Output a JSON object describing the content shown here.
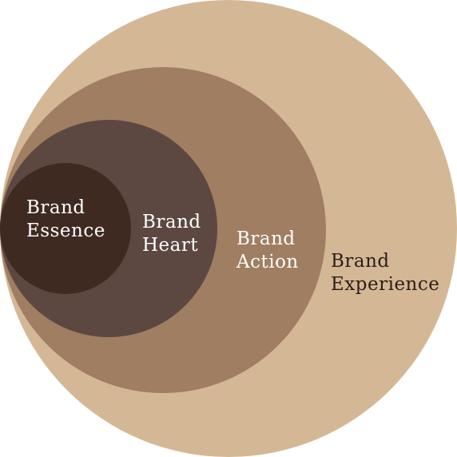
{
  "colors": {
    "experience": "#d4b896",
    "action": "#a07e62",
    "heart": "#5c4840",
    "essence": "#3f2a22",
    "light_text": "#ffffff",
    "dark_text": "#2b1d17"
  },
  "layers": {
    "experience": {
      "line1": "Brand",
      "line2": "Experience"
    },
    "action": {
      "line1": "Brand",
      "line2": "Action"
    },
    "heart": {
      "line1": "Brand",
      "line2": "Heart"
    },
    "essence": {
      "line1": "Brand",
      "line2": "Essence"
    }
  }
}
